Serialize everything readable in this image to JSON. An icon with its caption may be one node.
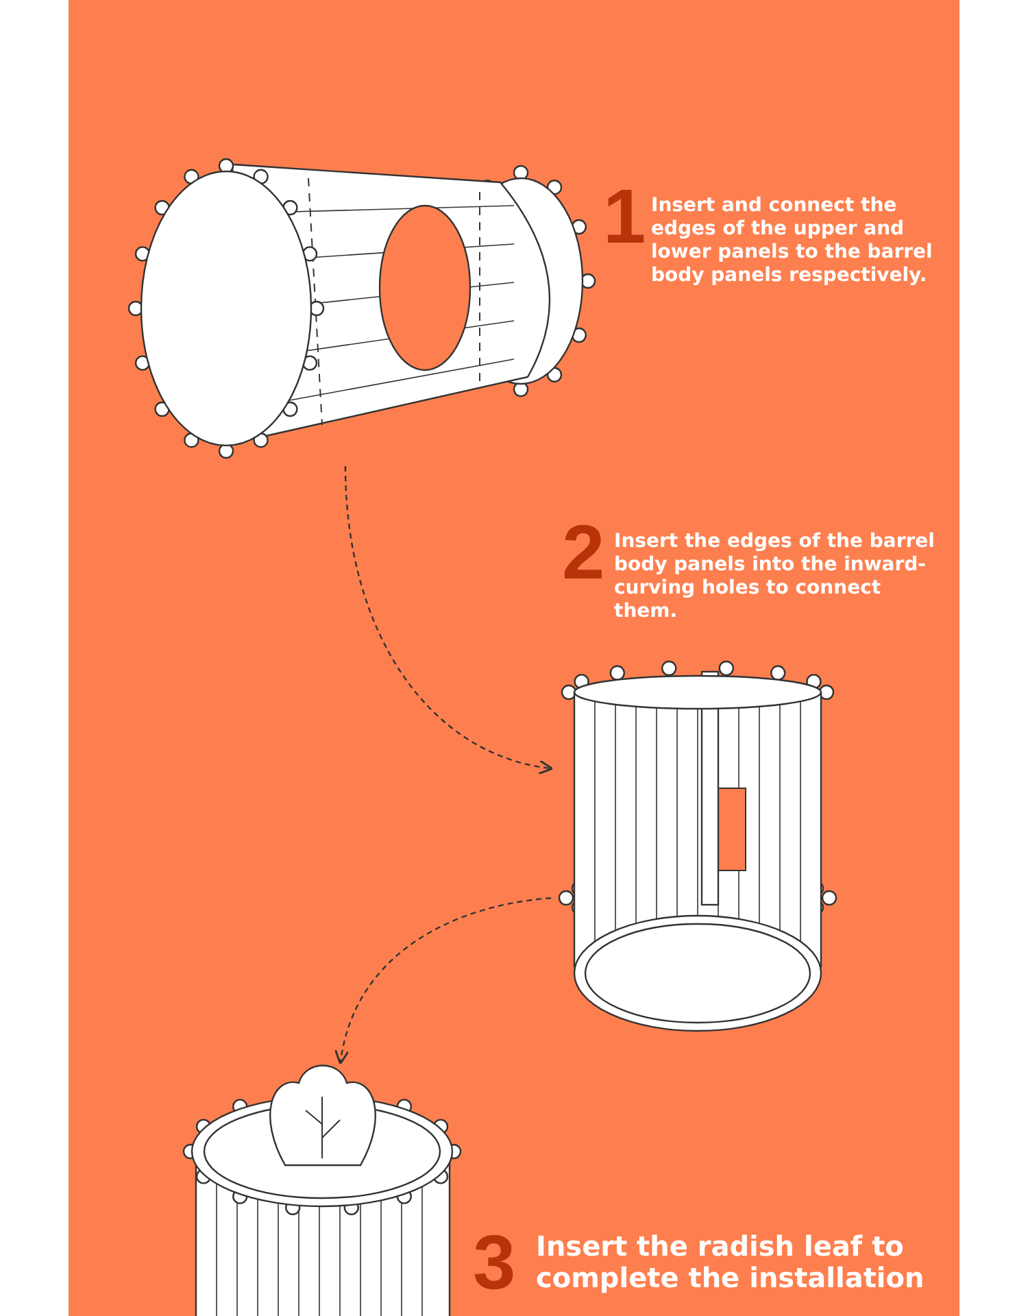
{
  "diagram": {
    "nodes": [
      {
        "text": [],
        "shape": "picture",
        "beside": [
          "Insert and connect the edges of the upper and lower panels to the barrel body panels respectively."
        ]
      },
      {
        "text": [],
        "shape": "picture",
        "beside": [
          "Insert the edges of the barrel body panels into the inward-curving holes to connect them."
        ]
      },
      {
        "text": [],
        "shape": "picture",
        "beside": [
          "Insert the radish leaf to complete the installation"
        ]
      }
    ],
    "edges": [
      {
        "from": 0,
        "to": 1,
        "arrow": "to",
        "style": "dashed"
      },
      {
        "from": 1,
        "to": 2,
        "arrow": "to",
        "style": "dashed"
      }
    ],
    "labels": [
      "1",
      "2",
      "3"
    ]
  }
}
